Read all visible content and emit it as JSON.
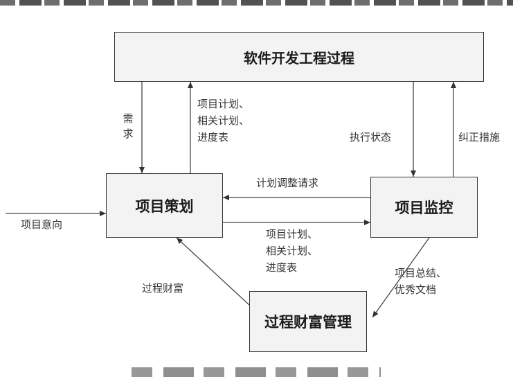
{
  "nodes": {
    "process": "软件开发工程过程",
    "planning": "项目策划",
    "monitoring": "项目监控",
    "assets": "过程财富管理"
  },
  "edges": {
    "requirement_chars": [
      "需",
      "求"
    ],
    "plan_up": [
      "项目计划、",
      "相关计划、",
      "进度表"
    ],
    "exec_status": "执行状态",
    "corrective": "纠正措施",
    "adjust_request": "计划调整请求",
    "plan_right": [
      "项目计划、",
      "相关计划、",
      "进度表"
    ],
    "summary": [
      "项目总结、",
      "优秀文档"
    ],
    "assets_back": "过程财富",
    "intent": "项目意向"
  }
}
